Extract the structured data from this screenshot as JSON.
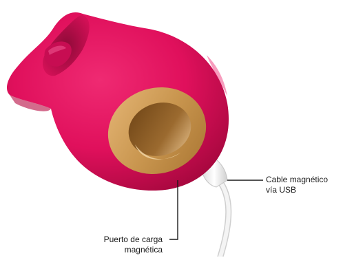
{
  "product": {
    "name": "silicone-rose-shaped-device",
    "body_color": "#e0105c",
    "body_shadow_color": "#b00a47",
    "ring_color": "#c9964f",
    "ring_inner_color": "#8a5a22",
    "cable_color": "#f2f2f2"
  },
  "callouts": {
    "cable": {
      "line1": "Cable magnético",
      "line2": "vía USB"
    },
    "port": {
      "line1": "Puerto de carga",
      "line2": "magnética"
    }
  },
  "leader_line_color": "#1a1a1a"
}
